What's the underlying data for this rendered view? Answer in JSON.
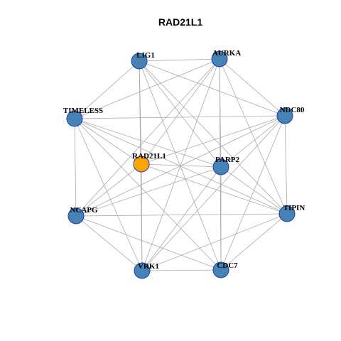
{
  "title": "RAD21L1",
  "colors": {
    "hub": "#FFA500",
    "node": "#4682B4",
    "node_border": "#1C3FB0",
    "edge": "#AAAAAA"
  },
  "nodes": [
    {
      "id": "LIG1",
      "label": "LIG1",
      "role": "node"
    },
    {
      "id": "AURKA",
      "label": "AURKA",
      "role": "node"
    },
    {
      "id": "TIMELESS",
      "label": "TIMELESS",
      "role": "node"
    },
    {
      "id": "NDC80",
      "label": "NDC80",
      "role": "node"
    },
    {
      "id": "RAD21L1",
      "label": "RAD21L1",
      "role": "hub"
    },
    {
      "id": "PARP2",
      "label": "PARP2",
      "role": "node"
    },
    {
      "id": "NCAPG",
      "label": "NCAPG",
      "role": "node"
    },
    {
      "id": "TIPIN",
      "label": "TIPIN",
      "role": "node"
    },
    {
      "id": "VRK1",
      "label": "VRK1",
      "role": "node"
    },
    {
      "id": "CDC7",
      "label": "CDC7",
      "role": "node"
    }
  ],
  "edges": [
    [
      "LIG1",
      "AURKA"
    ],
    [
      "LIG1",
      "TIMELESS"
    ],
    [
      "LIG1",
      "NDC80"
    ],
    [
      "LIG1",
      "PARP2"
    ],
    [
      "LIG1",
      "TIPIN"
    ],
    [
      "LIG1",
      "VRK1"
    ],
    [
      "LIG1",
      "CDC7"
    ],
    [
      "LIG1",
      "RAD21L1"
    ],
    [
      "AURKA",
      "TIMELESS"
    ],
    [
      "AURKA",
      "NDC80"
    ],
    [
      "AURKA",
      "RAD21L1"
    ],
    [
      "AURKA",
      "PARP2"
    ],
    [
      "AURKA",
      "NCAPG"
    ],
    [
      "AURKA",
      "TIPIN"
    ],
    [
      "AURKA",
      "VRK1"
    ],
    [
      "AURKA",
      "CDC7"
    ],
    [
      "TIMELESS",
      "NDC80"
    ],
    [
      "TIMELESS",
      "PARP2"
    ],
    [
      "TIMELESS",
      "NCAPG"
    ],
    [
      "TIMELESS",
      "TIPIN"
    ],
    [
      "TIMELESS",
      "VRK1"
    ],
    [
      "TIMELESS",
      "CDC7"
    ],
    [
      "TIMELESS",
      "RAD21L1"
    ],
    [
      "NDC80",
      "RAD21L1"
    ],
    [
      "NDC80",
      "PARP2"
    ],
    [
      "NDC80",
      "NCAPG"
    ],
    [
      "NDC80",
      "TIPIN"
    ],
    [
      "NDC80",
      "VRK1"
    ],
    [
      "NDC80",
      "CDC7"
    ],
    [
      "RAD21L1",
      "PARP2"
    ],
    [
      "RAD21L1",
      "TIPIN"
    ],
    [
      "RAD21L1",
      "VRK1"
    ],
    [
      "RAD21L1",
      "NCAPG"
    ],
    [
      "PARP2",
      "NCAPG"
    ],
    [
      "PARP2",
      "VRK1"
    ],
    [
      "PARP2",
      "CDC7"
    ],
    [
      "PARP2",
      "TIPIN"
    ],
    [
      "NCAPG",
      "TIPIN"
    ],
    [
      "NCAPG",
      "VRK1"
    ],
    [
      "NCAPG",
      "CDC7"
    ],
    [
      "TIPIN",
      "VRK1"
    ],
    [
      "TIPIN",
      "CDC7"
    ],
    [
      "VRK1",
      "CDC7"
    ]
  ]
}
